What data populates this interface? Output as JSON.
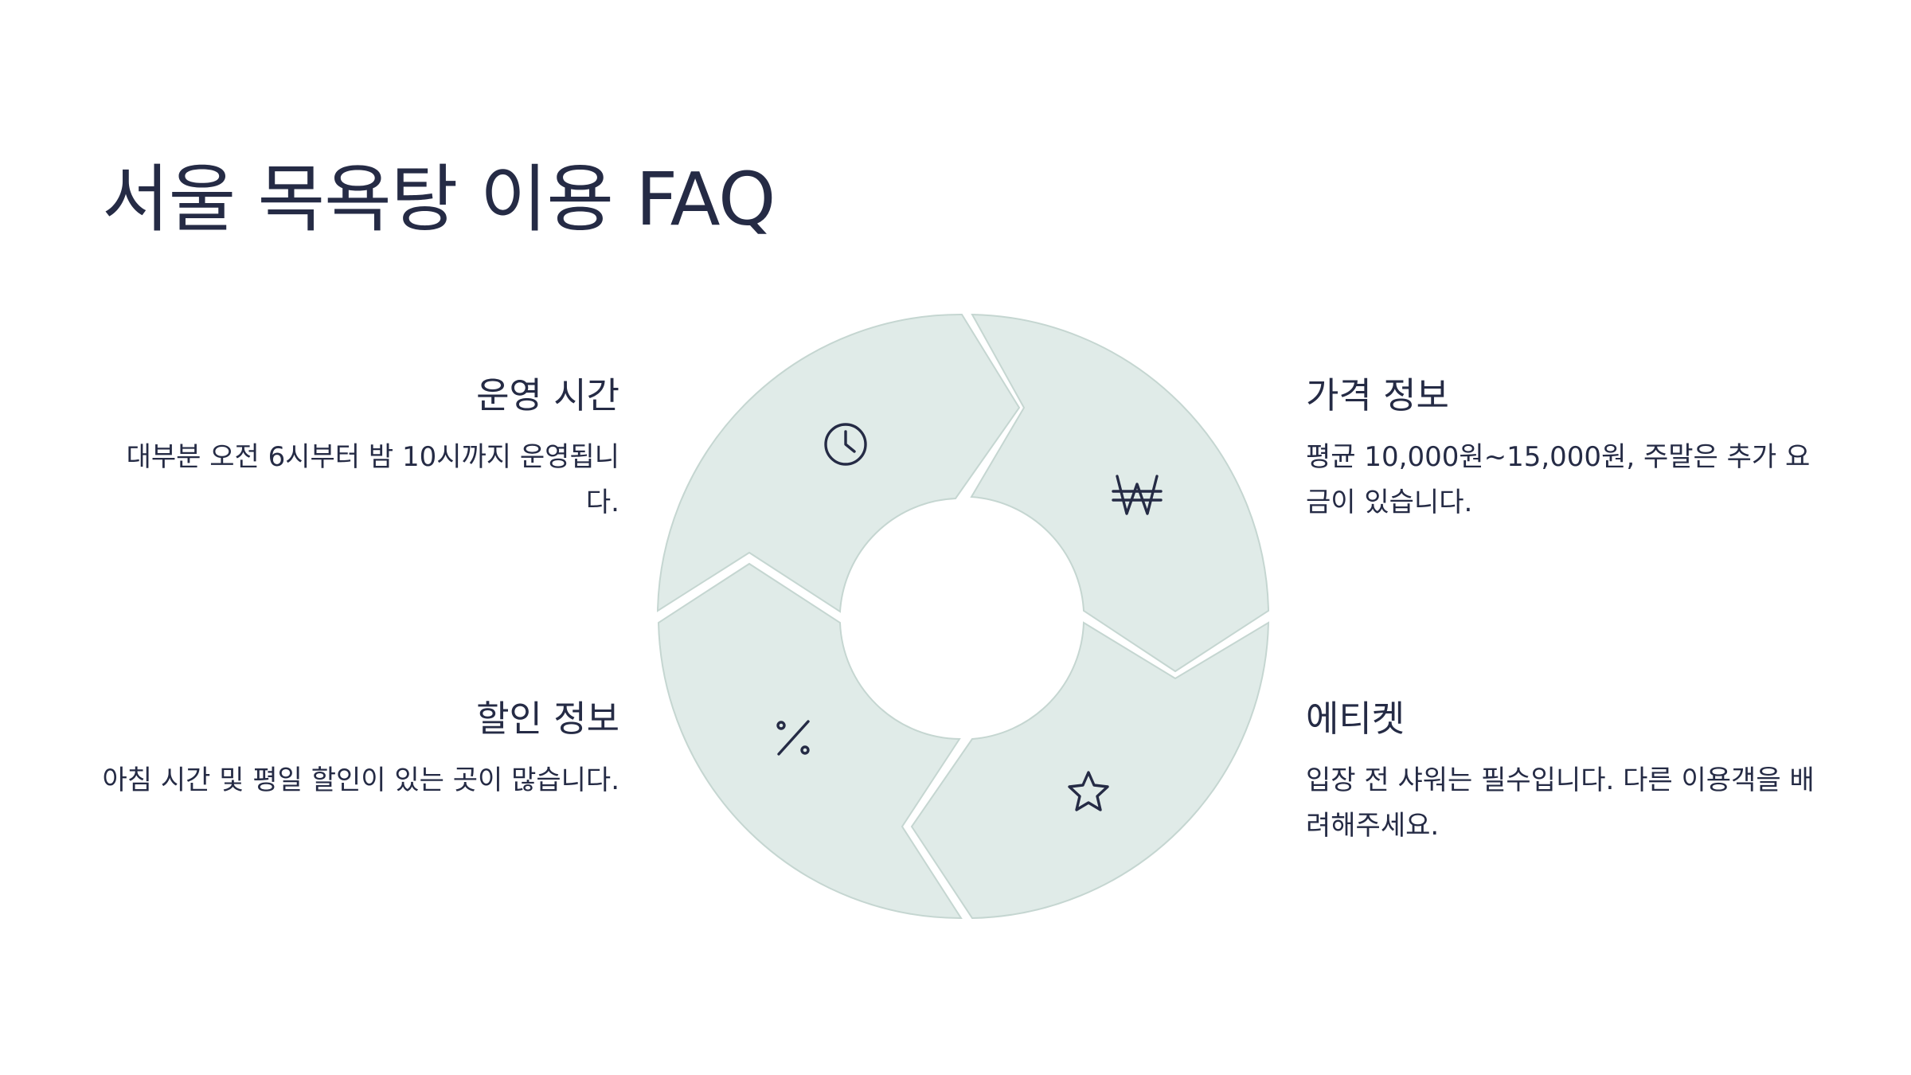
{
  "title": "서울 목욕탕 이용 FAQ",
  "items": [
    {
      "heading": "운영 시간",
      "text": "대부분 오전 6시부터 밤 10시까지 운영됩니다.",
      "icon": "clock-icon"
    },
    {
      "heading": "가격 정보",
      "text": "평균 10,000원~15,000원, 주말은 추가 요금이 있습니다.",
      "icon": "won-icon"
    },
    {
      "heading": "할인 정보",
      "text": "아침 시간 및 평일 할인이 있는 곳이 많습니다.",
      "icon": "percent-icon"
    },
    {
      "heading": "에티켓",
      "text": "입장 전 샤워는 필수입니다. 다른 이용객을 배려해주세요.",
      "icon": "star-icon"
    }
  ],
  "colors": {
    "segment_fill": "#e0ebe8",
    "segment_stroke": "#c5d6d1",
    "text": "#252b45",
    "background": "#ffffff"
  }
}
